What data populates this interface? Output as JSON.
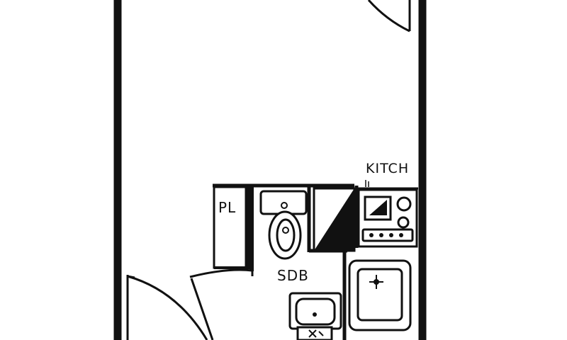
{
  "labels": {
    "kitch": "KITCH",
    "pl": "PL",
    "sdb": "SDB"
  },
  "colors": {
    "ink": "#111111",
    "paper": "#ffffff"
  }
}
